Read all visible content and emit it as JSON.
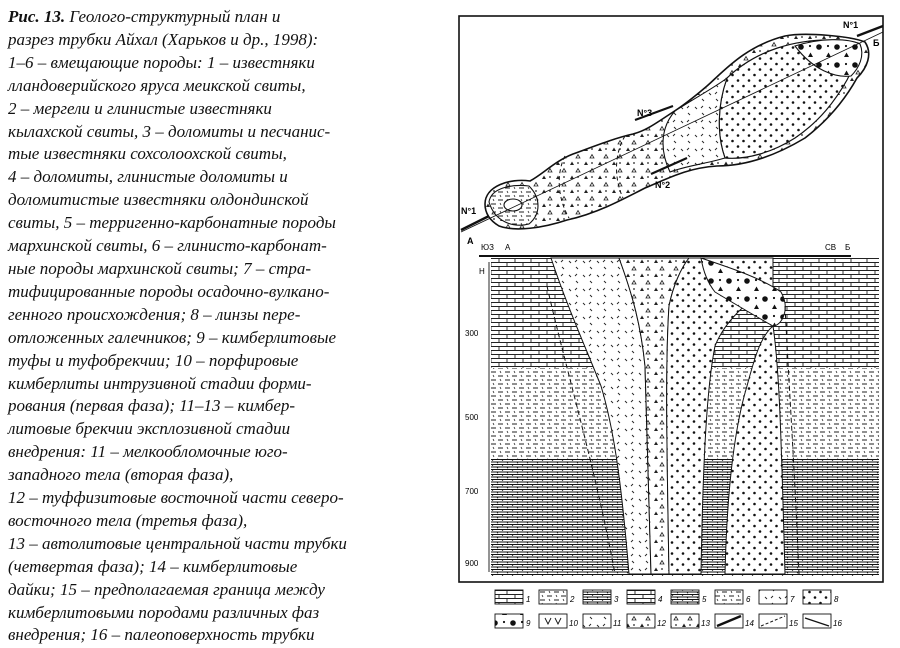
{
  "caption": {
    "label": "Рис. 13.",
    "title_rest": " Геолого-структурный план и",
    "lines": [
      "разрез трубки Айхал (Харьков и др., 1998):",
      "1–6 – вмещающие породы: 1 – известняки",
      "лландоверийского яруса меикской свиты,",
      "2 – мергели и глинистые известняки",
      "кылахской свиты, 3 – доломиты и песчанис-",
      "тые известняки сохсолоохской свиты,",
      "4 – доломиты, глинистые доломиты и",
      "доломитистые известняки олдондинской",
      "свиты, 5 – терригенно-карбонатные породы",
      "мархинской свиты, 6 – глинисто-карбонат-",
      "ные породы мархинской свиты; 7 – стра-",
      "тифицированные породы осадочно-вулкано-",
      "генного происхождения; 8 – линзы пере-",
      "отложенных галечников; 9 – кимберлитовые",
      "туфы и туфобрекчии; 10 – порфировые",
      "кимберлиты интрузивной стадии форми-",
      "рования (первая фаза); 11–13 – кимбер-",
      "литовые брекчии эксплозивной стадии",
      "внедрения: 11 – мелкообломочные юго-",
      "западного тела (вторая фаза),",
      "12 – туффизитовые восточной части северо-",
      "восточного тела (третья фаза),",
      "13 – автолитовые центральной части трубки",
      "(четвертая фаза); 14 – кимберлитовые",
      "дайки; 15 – предполагаемая граница между",
      "кимберлитовыми породами различных фаз",
      "внедрения; 16 – палеоповерхность трубки"
    ]
  },
  "figure": {
    "plan_labels": {
      "dike1_left": "N°1",
      "dike1_right": "N°1",
      "dike2": "N°2",
      "dike3": "N°3",
      "point_a": "A",
      "point_b": "Б"
    },
    "section_labels": {
      "dir_left": "ЮЗ",
      "dir_right": "СВ",
      "end_a": "А",
      "end_b": "Б",
      "h_label": "H",
      "depths": [
        "300",
        "500",
        "700",
        "900"
      ]
    },
    "legend": [
      "1",
      "2",
      "3",
      "4",
      "5",
      "6",
      "7",
      "8",
      "9",
      "10",
      "11",
      "12",
      "13",
      "14",
      "15",
      "16"
    ]
  }
}
